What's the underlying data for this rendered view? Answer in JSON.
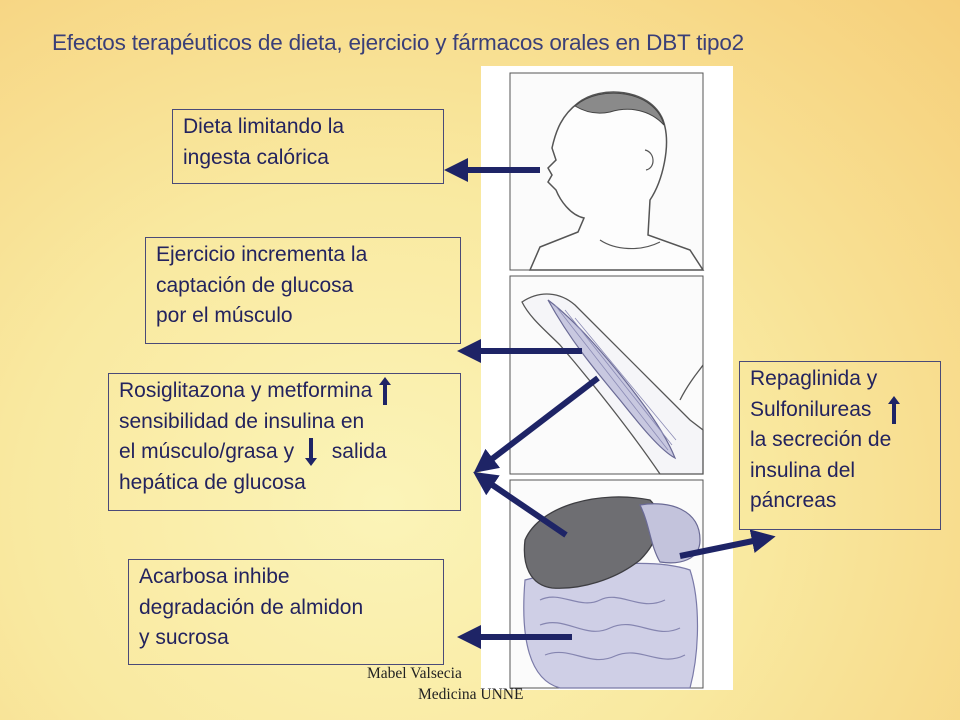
{
  "title": "Efectos terapéuticos de dieta, ejercicio y fármacos orales en DBT tipo2",
  "boxes": {
    "dieta": [
      "Dieta limitando la",
      "ingesta calórica"
    ],
    "ejercicio": [
      "Ejercicio incrementa la",
      "captación de glucosa",
      "por el músculo"
    ],
    "rosi": [
      "Rosiglitazona y metformina",
      "sensibilidad de insulina en",
      "el músculo/grasa y",
      "salida",
      "hepática de glucosa"
    ],
    "repa": [
      "Repaglinida y",
      "Sulfonilureas",
      "la secreción de",
      "insulina del",
      "páncreas"
    ],
    "acarbosa": [
      "Acarbosa inhibe",
      "degradación  de almidon",
      "y sucrosa"
    ]
  },
  "footer": {
    "line1": "Mabel Valsecia",
    "line2": "Medicina UNNE"
  },
  "colors": {
    "text": "#23235e",
    "arrow": "#1e2466",
    "border": "#4a4a78"
  },
  "icons": {
    "up": "up-arrow-icon",
    "down": "down-arrow-icon"
  }
}
